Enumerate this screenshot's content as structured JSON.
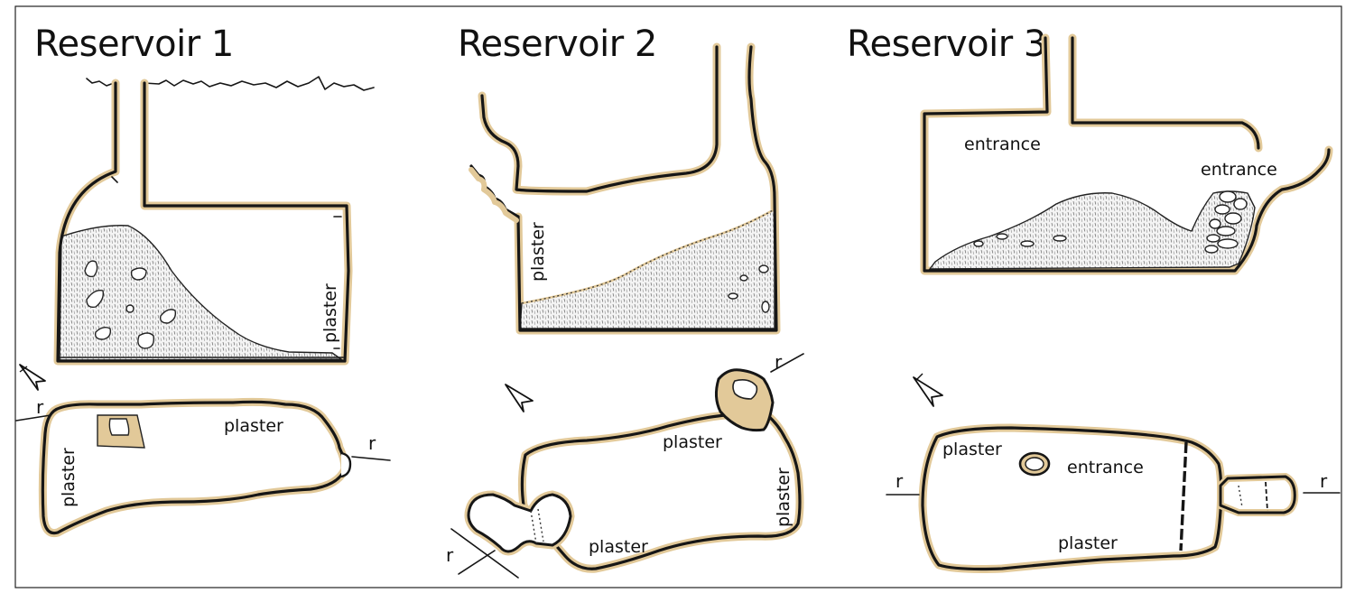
{
  "reservoirs": [
    {
      "title": "Reservoir 1",
      "section_labels": [
        "plaster"
      ],
      "plan_labels": [
        "plaster",
        "plaster",
        "r",
        "r"
      ]
    },
    {
      "title": "Reservoir 2",
      "section_labels": [
        "plaster"
      ],
      "plan_labels": [
        "plaster",
        "plaster",
        "plaster",
        "r",
        "r"
      ]
    },
    {
      "title": "Reservoir 3",
      "section_labels": [
        "entrance",
        "entrance"
      ],
      "plan_labels": [
        "plaster",
        "entrance",
        "plaster",
        "r",
        "r"
      ]
    }
  ],
  "colors": {
    "wall_lining": "#e2c999",
    "outline": "#161616",
    "sediment": "#d9d9d9"
  },
  "icons": [
    "north-arrow-icon"
  ]
}
